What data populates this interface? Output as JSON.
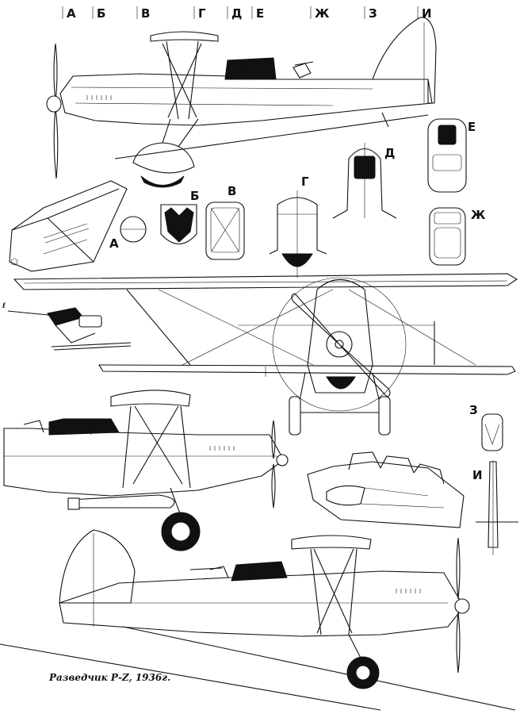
{
  "colors": {
    "ink": "#111111",
    "paper": "#ffffff"
  },
  "station_labels": [
    "А",
    "Б",
    "В",
    "Г",
    "Д",
    "Е",
    "Ж",
    "З",
    "И"
  ],
  "section_labels": {
    "a": "А",
    "b": "Б",
    "v": "В",
    "g": "Г",
    "d": "Д",
    "e": "Е",
    "zh": "Ж",
    "z": "З",
    "i": "И"
  },
  "caption": "Разведчик Р-Z, 1936г."
}
